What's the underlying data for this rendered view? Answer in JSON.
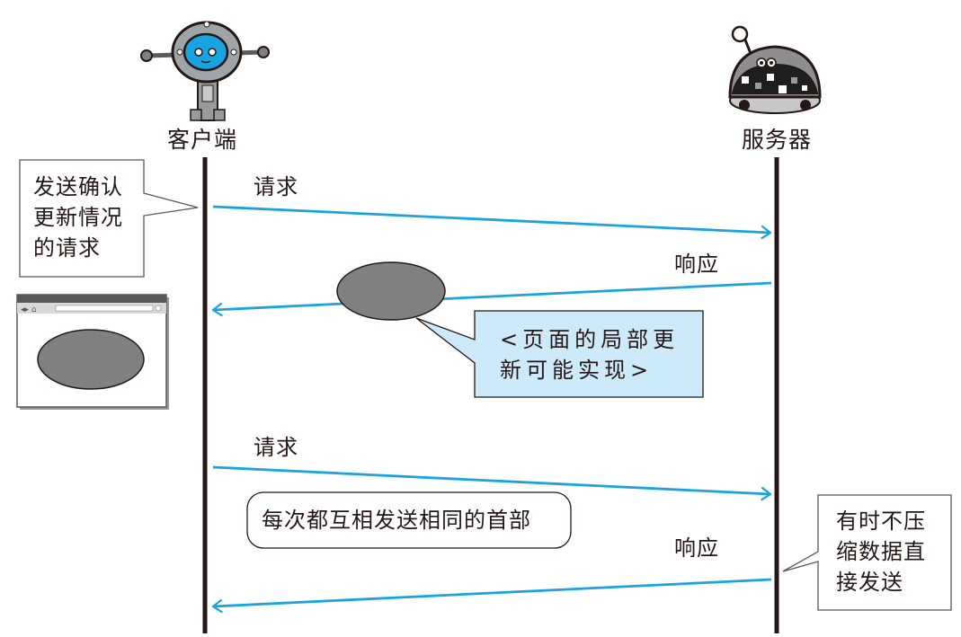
{
  "actors": {
    "client": "客户端",
    "server": "服务器"
  },
  "messages": {
    "request_1": "请求",
    "response_1": "响应",
    "request_2": "请求",
    "response_2": "响应"
  },
  "notes": {
    "client_update": [
      "发送确认",
      "更新情况",
      "的请求"
    ],
    "partial_update": [
      "<页面的局部更",
      "新可能实现>"
    ],
    "same_headers": "每次都互相发送相同的首部",
    "uncompressed": [
      "有时不压",
      "缩数据直",
      "接发送"
    ]
  },
  "colors": {
    "arrow": "#1aa3e1",
    "lifeline": "#231815",
    "callout_fill": "#cdeafa",
    "ellipse_fill": "#808080"
  }
}
